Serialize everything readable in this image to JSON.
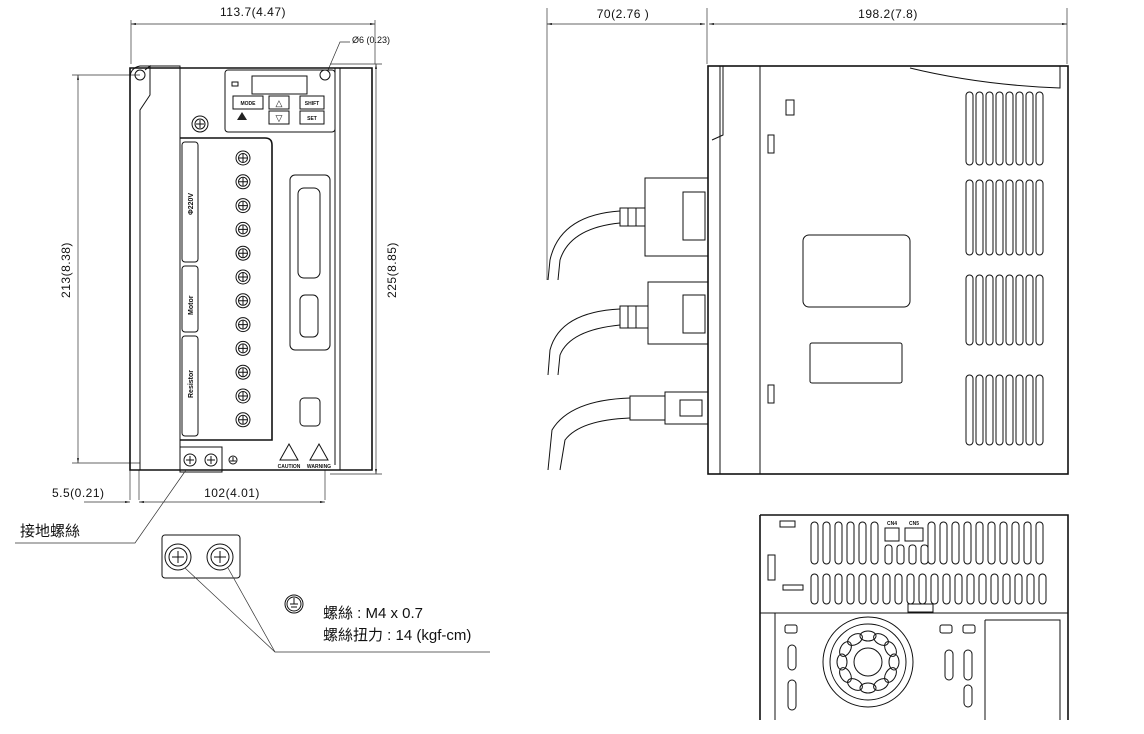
{
  "front_view": {
    "width_dim": "113.7(4.47)",
    "hole_dim": "Ø6 (0.23)",
    "mount_height_dim": "213(8.38)",
    "height_dim": "225(8.85)",
    "offset_dim": "5.5(0.21)",
    "mount_width_dim": "102(4.01)",
    "keypad": {
      "mode": "MODE",
      "shift": "SHIFT",
      "set": "SET",
      "up": "△",
      "down": "▽"
    },
    "terminal_labels": [
      "Φ220V",
      "Motor",
      "Resistor"
    ],
    "caution_label": "CAUTION",
    "warning_label": "WARNING"
  },
  "ground_screw": {
    "callout": "接地螺絲",
    "spec_line1": "螺絲 : M4 x 0.7",
    "spec_line2": "螺絲扭力 : 14 (kgf-cm)"
  },
  "side_view": {
    "cable_depth_dim": "70(2.76 )",
    "depth_dim": "198.2(7.8)"
  },
  "bottom_view": {
    "cn4_label": "CN4",
    "cn5_label": "CN5"
  }
}
